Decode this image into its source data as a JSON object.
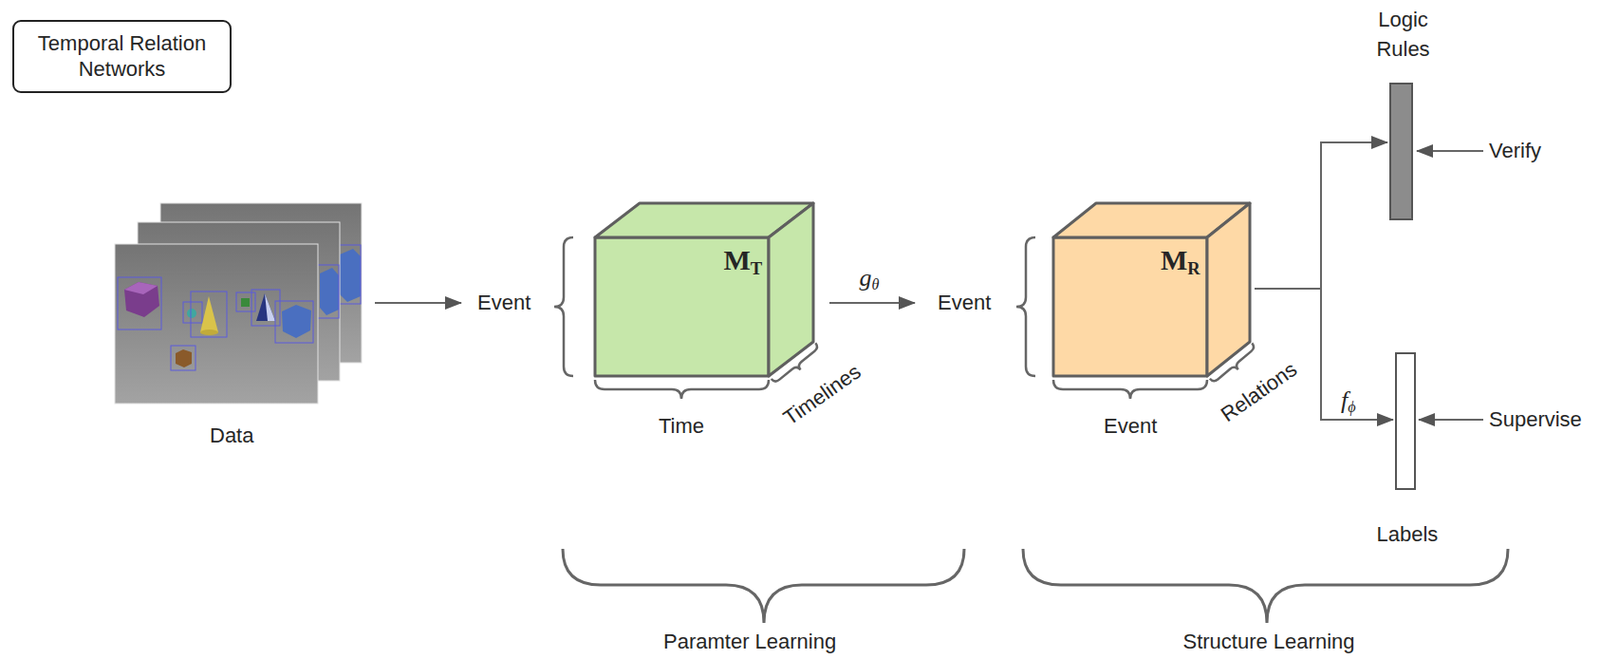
{
  "diagram": {
    "nodes": [
      {
        "text": [
          "Temporal Relation Networks"
        ]
      },
      {
        "text": [
          "Data"
        ]
      },
      {
        "text": [
          "Event",
          "MT",
          "Time",
          "Timelines"
        ]
      },
      {
        "text": [
          "Event",
          "MR",
          "Event",
          "Relations"
        ]
      },
      {
        "text": [
          "Logic Rules"
        ]
      },
      {
        "text": [
          "Labels"
        ]
      }
    ],
    "edges": [
      {
        "from": 1,
        "to": 2,
        "arrow": "to"
      },
      {
        "from": 2,
        "to": 3,
        "arrow": "to",
        "label": "gθ"
      },
      {
        "from": 3,
        "to": 4,
        "arrow": "to"
      },
      {
        "from": 3,
        "to": 5,
        "arrow": "to",
        "label": "fϕ"
      }
    ],
    "labels": [
      "Verify",
      "Supervise",
      "Paramter Learning",
      "Structure Learning"
    ]
  }
}
